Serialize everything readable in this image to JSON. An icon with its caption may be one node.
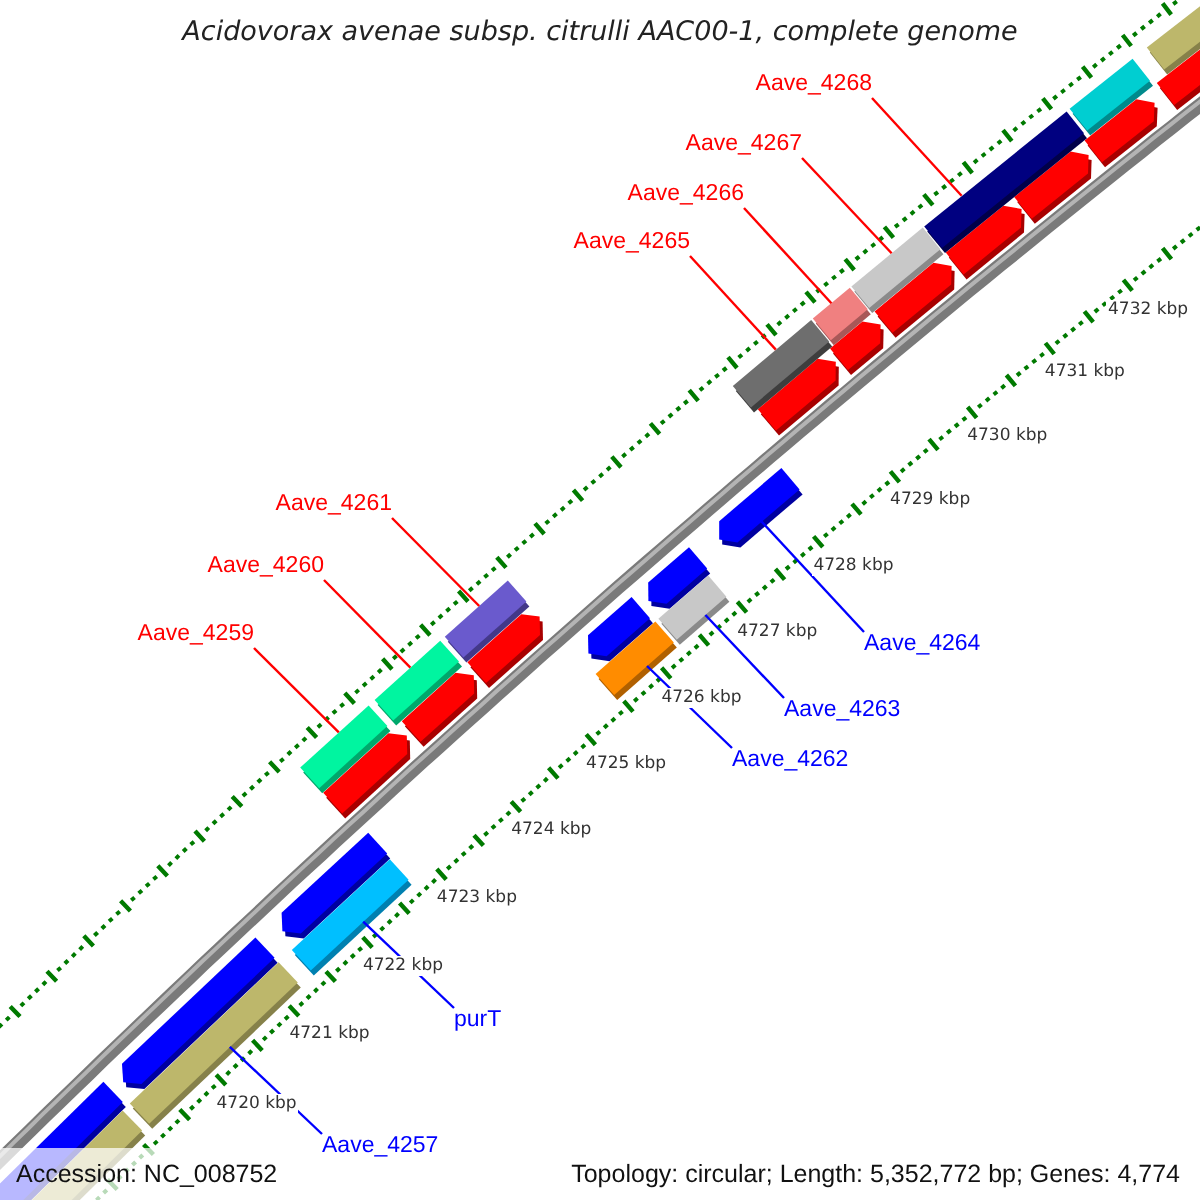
{
  "diagram": {
    "title": "Acidovorax avenae subsp. citrulli AAC00-1, complete genome",
    "nodes": [
      {
        "text": [
          "Aave_4268"
        ]
      },
      {
        "text": [
          "Aave_4267"
        ]
      },
      {
        "text": [
          "Aave_4266"
        ]
      },
      {
        "text": [
          "Aave_4265"
        ]
      },
      {
        "text": [
          "Aave_4261"
        ]
      },
      {
        "text": [
          "Aave_4260"
        ]
      },
      {
        "text": [
          "Aave_4259"
        ]
      },
      {
        "text": [
          "Aave_4264"
        ]
      },
      {
        "text": [
          "Aave_4263"
        ]
      },
      {
        "text": [
          "Aave_4262"
        ]
      },
      {
        "text": [
          "purT"
        ]
      },
      {
        "text": [
          "Aave_4257"
        ]
      },
      {
        "text": [],
        "shape": "bar"
      },
      {
        "text": [],
        "shape": "bar"
      },
      {
        "text": [],
        "shape": "bar"
      },
      {
        "text": [],
        "shape": "bar"
      },
      {
        "text": [],
        "shape": "bar"
      },
      {
        "text": [],
        "shape": "bar"
      },
      {
        "text": [],
        "shape": "bar"
      },
      {
        "text": [],
        "shape": "bar"
      },
      {
        "text": [],
        "shape": "bar"
      },
      {
        "text": [],
        "shape": "bar"
      },
      {
        "text": [],
        "shape": "bar"
      },
      {
        "text": [],
        "shape": "bar"
      }
    ],
    "edges": [
      {
        "from": 0,
        "to": 12,
        "arrow": "none"
      },
      {
        "from": 1,
        "to": 13,
        "arrow": "none"
      },
      {
        "from": 2,
        "to": 14,
        "arrow": "none"
      },
      {
        "from": 3,
        "to": 15,
        "arrow": "none"
      },
      {
        "from": 4,
        "to": 18,
        "arrow": "none"
      },
      {
        "from": 5,
        "to": 20,
        "arrow": "none"
      },
      {
        "from": 6,
        "to": 21,
        "arrow": "none"
      },
      {
        "from": 7,
        "to": 16,
        "arrow": "none",
        "color": "#0000ff"
      },
      {
        "from": 8,
        "to": 17,
        "arrow": "none",
        "color": "#0000ff"
      },
      {
        "from": 9,
        "to": 19,
        "arrow": "none",
        "color": "#0000ff"
      },
      {
        "from": 10,
        "to": 22,
        "arrow": "none",
        "color": "#0000ff"
      },
      {
        "from": 11,
        "to": 23,
        "arrow": "none",
        "color": "#0000ff"
      }
    ],
    "labels": [
      "4732 kbp",
      "4731 kbp",
      "4730 kbp",
      "4729 kbp",
      "4728 kbp",
      "4727 kbp",
      "4726 kbp",
      "4725 kbp",
      "4724 kbp",
      "4723 kbp",
      "4722 kbp",
      "4721 kbp",
      "4720 kbp",
      "Accession: NC_008752",
      "Topology: circular; Length: 5,352,772 bp; Genes: 4,774"
    ]
  }
}
